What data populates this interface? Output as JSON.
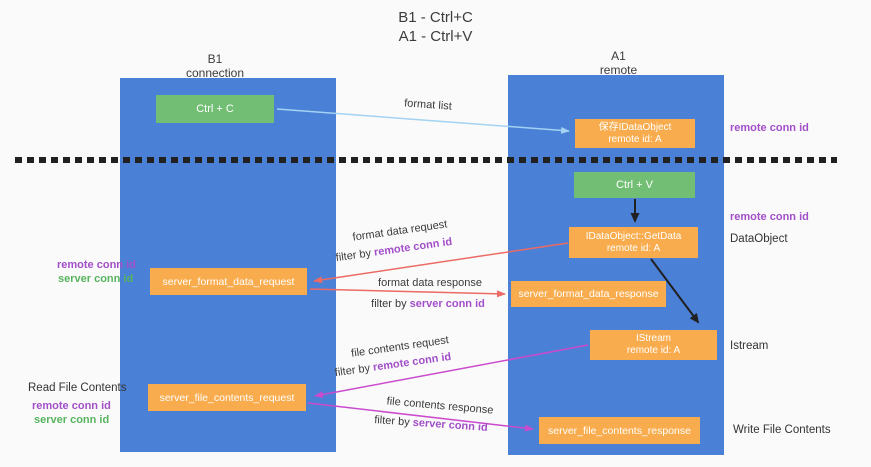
{
  "title": {
    "line1": "B1 - Ctrl+C",
    "line2": "A1 - Ctrl+V"
  },
  "lanes": {
    "left": {
      "title": "B1",
      "subtitle": "connection"
    },
    "right": {
      "title": "A1",
      "subtitle": "remote"
    }
  },
  "nodes": {
    "ctrl_c": {
      "label": "Ctrl + C"
    },
    "ctrl_v": {
      "label": "Ctrl + V"
    },
    "save_idataobject": {
      "line1": "保存IDataObject",
      "line2": "remote id: A"
    },
    "idataobject_getdata": {
      "line1": "IDataObject::GetData",
      "line2": "remote id: A"
    },
    "istream": {
      "line1": "IStream",
      "line2": "remote id: A"
    },
    "server_format_data_request": {
      "label": "server_format_data_request"
    },
    "server_format_data_response": {
      "label": "server_format_data_response"
    },
    "server_file_contents_request": {
      "label": "server_file_contents_request"
    },
    "server_file_contents_response": {
      "label": "server_file_contents_response"
    }
  },
  "arrows": {
    "format_list": {
      "label": "format list"
    },
    "format_data_request": {
      "label": "format data request",
      "filter_prefix": "filter by ",
      "filter_key": "remote conn id"
    },
    "format_data_response": {
      "label": "format data response",
      "filter_prefix": "filter by ",
      "filter_key": "server conn id"
    },
    "file_contents_request": {
      "label": "file contents request",
      "filter_prefix": "filter by ",
      "filter_key": "remote conn id"
    },
    "file_contents_response": {
      "label": "file contents response",
      "filter_prefix": "filter by ",
      "filter_key": "server conn id"
    }
  },
  "side_labels": {
    "right": [
      {
        "text": "remote conn id",
        "style": "purple"
      },
      {
        "text": "remote conn id",
        "style": "purple"
      },
      {
        "text": "DataObject",
        "style": "plain"
      },
      {
        "text": "Istream",
        "style": "plain"
      },
      {
        "text": "Write File Contents",
        "style": "plain"
      }
    ],
    "left": [
      {
        "text": "remote conn id",
        "style": "purple"
      },
      {
        "text": "server conn id",
        "style": "green"
      },
      {
        "text": "Read File Contents",
        "style": "plain"
      },
      {
        "text": "remote conn id",
        "style": "purple"
      },
      {
        "text": "server conn id",
        "style": "green"
      }
    ]
  },
  "colors": {
    "background": "#fafafa",
    "lane_blue": "#4a80d5",
    "node_orange": "#f9ac4d",
    "node_green": "#72be74",
    "purple_text": "#a24fc9",
    "green_text": "#57b45f",
    "red_arrow": "#ed6a65",
    "magenta_arrow": "#cb4bce",
    "lightblue_arrow": "#a3d2f2",
    "black_arrow": "#212121"
  }
}
